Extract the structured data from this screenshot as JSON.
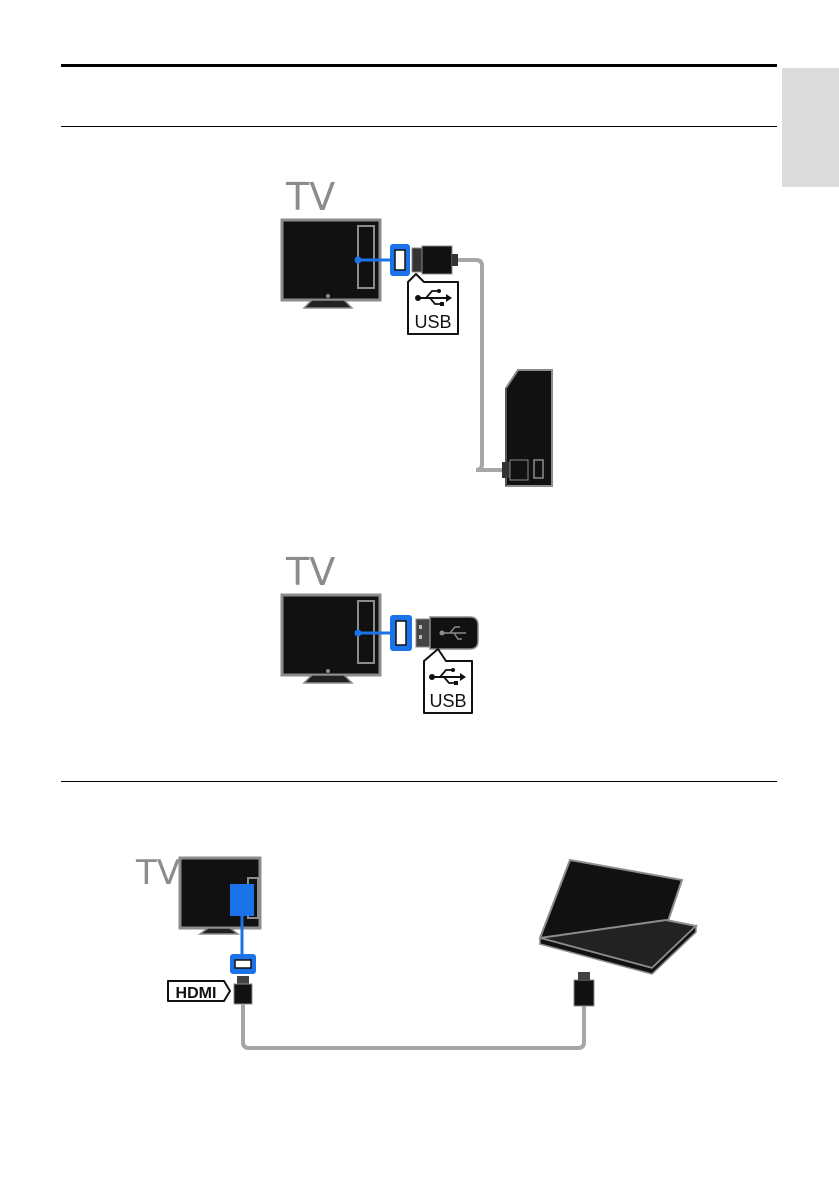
{
  "figure_usb_hdd": {
    "tv_label": "TV",
    "port_label": "USB"
  },
  "figure_usb_flash": {
    "tv_label": "TV",
    "port_label": "USB"
  },
  "figure_hdmi_computer": {
    "tv_label": "TV",
    "port_label": "HDMI"
  },
  "colors": {
    "accent_blue": "#1a73e8",
    "cable_gray": "#a6a6a6",
    "tv_label_gray": "#8c8c8c",
    "side_tab": "#dcdcdc"
  }
}
